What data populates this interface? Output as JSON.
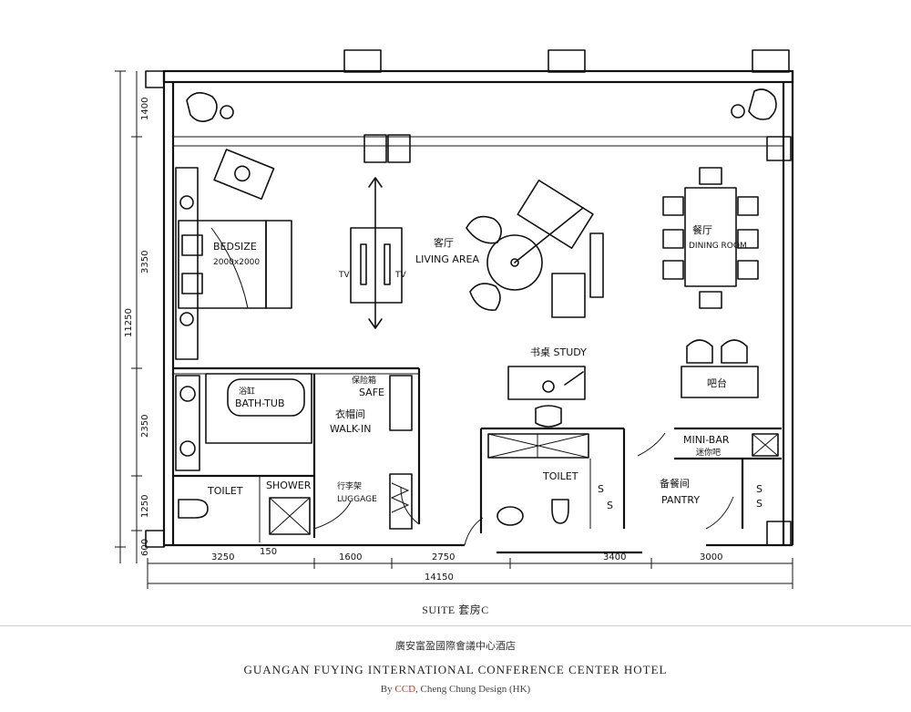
{
  "drawing": {
    "rooms": {
      "bedroom": "BEDSIZE",
      "bed_size": "2000x2000",
      "tv_left": "TV",
      "tv_right": "TV",
      "living_cn": "客厅",
      "living_en": "LIVING AREA",
      "dining_cn": "餐厅",
      "dining_en": "DINING ROOM",
      "study": "书桌 STUDY",
      "bar": "吧台",
      "bathtub_cn": "浴缸",
      "bathtub_en": "BATH-TUB",
      "safe_cn": "保险箱",
      "safe_en": "SAFE",
      "walkin_cn": "衣帽间",
      "walkin_en": "WALK-IN",
      "luggage_cn": "行李架",
      "luggage_en": "LUGGAGE",
      "toilet_left": "TOILET",
      "shower": "SHOWER",
      "toilet_mid": "TOILET",
      "minibar": "MINI-BAR",
      "minibar_cn": "迷你吧",
      "pantry_cn": "备餐间",
      "pantry_en": "PANTRY",
      "s1": "S",
      "s2": "S",
      "s3": "S",
      "s4": "S"
    },
    "dimensions": {
      "left": [
        "1400",
        "3350",
        "2350",
        "1250",
        "600"
      ],
      "total_height": "11250",
      "bottom": [
        "3250",
        "150",
        "1600",
        "2750",
        "3400",
        "3000"
      ],
      "total_width": "14150"
    }
  },
  "title": "SUITE  套房C",
  "hotel_cn": "廣安富盈國際會議中心酒店",
  "hotel_en": "GUANGAN FUYING INTERNATIONAL CONFERENCE CENTER HOTEL",
  "credit": {
    "prefix": "By ",
    "brand": "CCD",
    "suffix": ", Cheng Chung Design (HK)"
  },
  "colors": {
    "ink": "#111111",
    "brand": "#c0392b",
    "divider": "#cfcfcf"
  }
}
